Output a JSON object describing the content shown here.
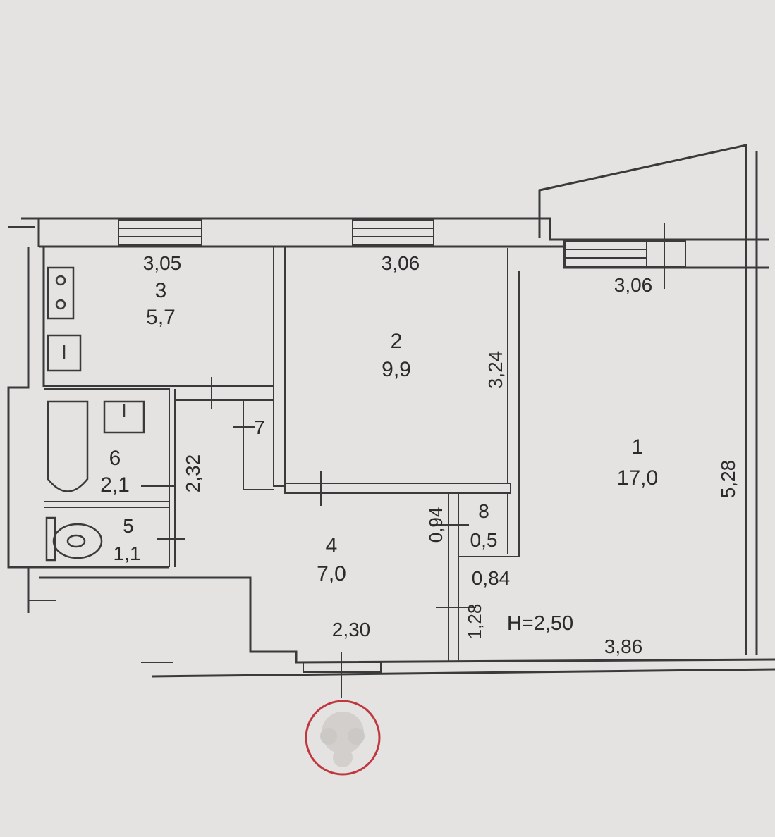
{
  "colors": {
    "paper": "#e4e3e1",
    "line": "#3a3a3a",
    "stamp": "#c0383f"
  },
  "rooms": [
    {
      "number": "1",
      "area": "17,0"
    },
    {
      "number": "2",
      "area": "9,9"
    },
    {
      "number": "3",
      "area": "5,7"
    },
    {
      "number": "4",
      "area": "7,0"
    },
    {
      "number": "5",
      "area": "1,1"
    },
    {
      "number": "6",
      "area": "2,1"
    },
    {
      "number": "7",
      "area": ""
    },
    {
      "number": "8",
      "area": "0,5"
    }
  ],
  "dimensions": {
    "room3_width": "3,05",
    "room2_width": "3,06",
    "room1_width": "3,06",
    "room2_depth": "3,24",
    "room1_depth": "5,28",
    "room1_bottom": "3,86",
    "hall_width": "2,30",
    "hall_depth": "2,32",
    "closet_depth": "0,94",
    "closet_width": "0,84",
    "corridor_depth": "1,28"
  },
  "ceiling_height": "H=2,50",
  "stamp": {
    "icon": "official-seal-icon"
  }
}
